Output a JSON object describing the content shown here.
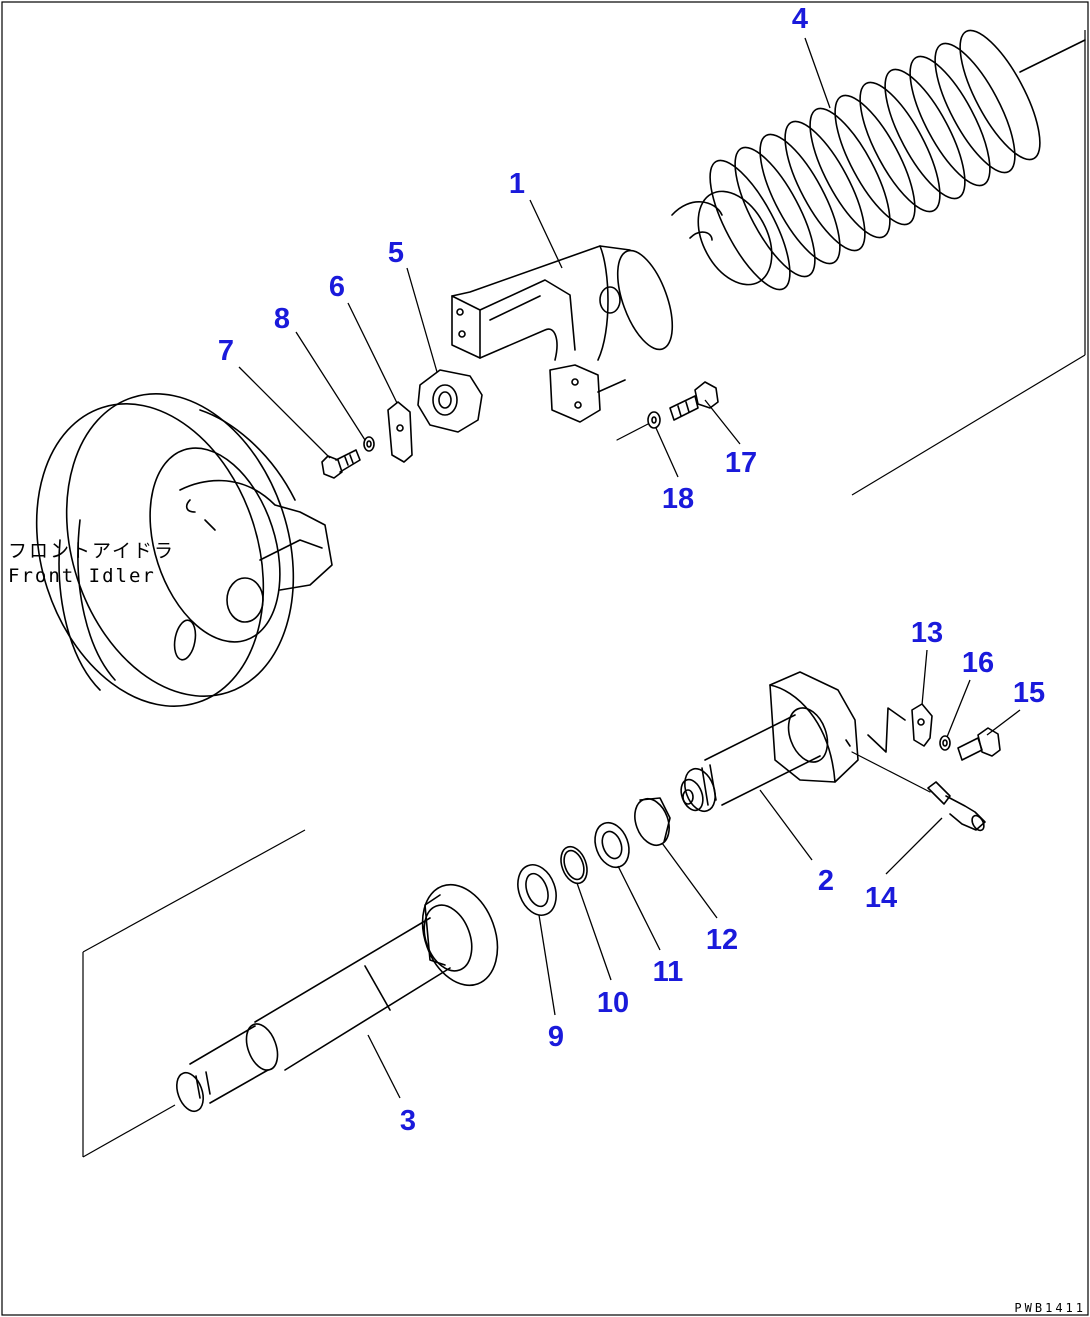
{
  "figure": {
    "callout_color": "#1a1adb",
    "callouts": [
      {
        "num": "1",
        "part": "idler-yoke"
      },
      {
        "num": "2",
        "part": "recoil-cylinder"
      },
      {
        "num": "3",
        "part": "recoil-rod"
      },
      {
        "num": "4",
        "part": "recoil-spring"
      },
      {
        "num": "5",
        "part": "nut"
      },
      {
        "num": "6",
        "part": "lock-plate"
      },
      {
        "num": "7",
        "part": "bolt"
      },
      {
        "num": "8",
        "part": "washer"
      },
      {
        "num": "9",
        "part": "seal"
      },
      {
        "num": "10",
        "part": "snap-ring"
      },
      {
        "num": "11",
        "part": "packing"
      },
      {
        "num": "12",
        "part": "bushing"
      },
      {
        "num": "13",
        "part": "cover-plate"
      },
      {
        "num": "14",
        "part": "grease-fitting"
      },
      {
        "num": "15",
        "part": "bolt"
      },
      {
        "num": "16",
        "part": "washer"
      },
      {
        "num": "17",
        "part": "bolt"
      },
      {
        "num": "18",
        "part": "washer"
      }
    ],
    "idler_label_jp": "フロントアイドラ",
    "idler_label_en": "Front Idler",
    "drawing_code": "PWB1411"
  }
}
